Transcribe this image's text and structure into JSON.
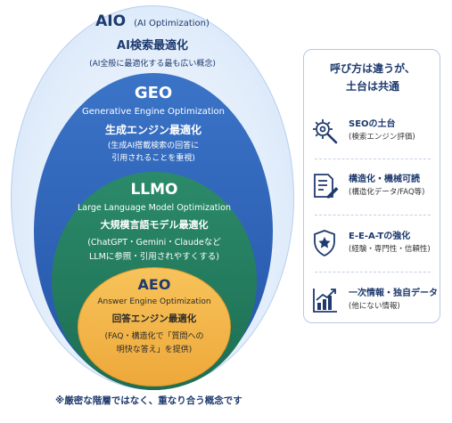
{
  "aio": {
    "title": "AIO",
    "title_sub": "(AI Optimization)",
    "name": "AI検索最適化",
    "desc": "(AI全般に最適化する最も広い概念)"
  },
  "geo": {
    "title": "GEO",
    "english": "Generative Engine Optimization",
    "name": "生成エンジン最適化",
    "desc1": "(生成AI搭載検索の回答に",
    "desc2": "引用されることを重視)"
  },
  "llmo": {
    "title": "LLMO",
    "english": "Large Language Model Optimization",
    "name": "大規模言語モデル最適化",
    "desc1": "(ChatGPT・Gemini・Claudeなど",
    "desc2": "LLMに参照・引用されやすくする)"
  },
  "aeo": {
    "title": "AEO",
    "english": "Answer Engine Optimization",
    "name": "回答エンジン最適化",
    "desc1": "(FAQ・構造化で「質問への",
    "desc2": "明快な答え」を提供)"
  },
  "panel": {
    "heading1": "呼び方は違うが、",
    "heading2": "土台は共通",
    "items": [
      {
        "main": "SEOの土台",
        "sub": "(検索エンジン評価)",
        "icon": "gear-search-icon"
      },
      {
        "main": "構造化・機械可読",
        "sub": "(構造化データ/FAQ等)",
        "icon": "document-pen-icon"
      },
      {
        "main": "E-E-A-Tの強化",
        "sub": "(経験・専門性・信頼性)",
        "icon": "shield-star-icon"
      },
      {
        "main": "一次情報・独自データ",
        "sub": "(他にない情報)",
        "icon": "growth-chart-icon"
      }
    ]
  },
  "footnote": "※厳密な階層ではなく、重なり合う概念です",
  "colors": {
    "aio": "#e3eefb",
    "geo": "#2c5fb2",
    "llmo": "#237c5e",
    "aeo": "#f4b74b",
    "navy": "#1e3a6e"
  }
}
